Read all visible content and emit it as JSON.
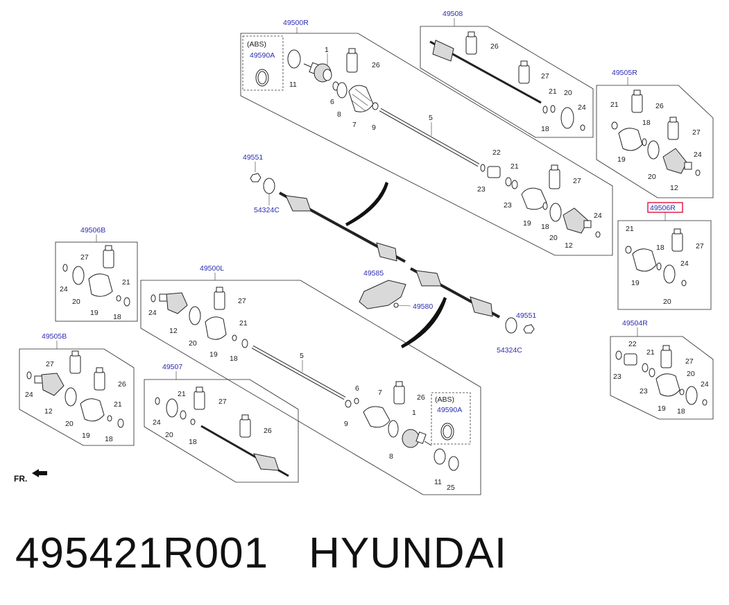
{
  "groups": {
    "g49500R": "49500R",
    "g49508": "49508",
    "g49505R": "49505R",
    "g49551a": "49551",
    "g54324Ca": "54324C",
    "g49506R": "49506R",
    "g49506B": "49506B",
    "g49500L": "49500L",
    "g49585": "49585",
    "g49580": "49580",
    "g49551b": "49551",
    "g54324Cb": "54324C",
    "g49505B": "49505B",
    "g49507": "49507",
    "g49504R": "49504R",
    "abs_a": "(ABS)",
    "abs_a_part": "49590A",
    "abs_b": "(ABS)",
    "abs_b_part": "49590A"
  },
  "part_numbers": {
    "p1a": "1",
    "p11a": "11",
    "p6a": "6",
    "p8a": "8",
    "p7a": "7",
    "p9a": "9",
    "p26a": "26",
    "p5a": "5",
    "p22a": "22",
    "p21a": "21",
    "p23a": "23",
    "p23b": "23",
    "p27a": "27",
    "p19a": "19",
    "p18a": "18",
    "p20a": "20",
    "p24a": "24",
    "p12a": "12",
    "p26b": "26",
    "p27b": "27",
    "p21b": "21",
    "p20b": "20",
    "p24b": "24",
    "p18b": "18",
    "p21c": "21",
    "p26c": "26",
    "p18c": "18",
    "p27c": "27",
    "p24c": "24",
    "p19c": "19",
    "p20c": "20",
    "p12c": "12",
    "p21d": "21",
    "p18d": "18",
    "p27d": "27",
    "p24d": "24",
    "p19d": "19",
    "p20d": "20",
    "p27e": "27",
    "p24e": "24",
    "p21e": "21",
    "p20e": "20",
    "p19e": "19",
    "p18e": "18",
    "p27f": "27",
    "p24f": "24",
    "p12f": "12",
    "p20f": "20",
    "p21f": "21",
    "p19f": "19",
    "p18f": "18",
    "p5g": "5",
    "p6g": "6",
    "p9g": "9",
    "p7g": "7",
    "p26g": "26",
    "p1g": "1",
    "p8g": "8",
    "p11g": "11",
    "p25g": "25",
    "p27h": "27",
    "p26h": "26",
    "p21h": "21",
    "p24h": "24",
    "p20h": "20",
    "p18h": "18",
    "p19h": "19",
    "p26i": "26",
    "p24i": "24",
    "p21i": "21",
    "p20i": "20",
    "p18i": "18",
    "p27i": "27",
    "p24j": "24",
    "p22k": "22",
    "p23k": "23",
    "p21k": "21",
    "p23l": "23",
    "p27k": "27",
    "p20k": "20",
    "p24k": "24",
    "p19k": "19",
    "p18k": "18"
  },
  "direction_label": "FR.",
  "highlight_color": "#e0204a",
  "ref_color": "#2a2ab0",
  "caption": {
    "part_number": "495421R001",
    "brand": "HYUNDAI"
  }
}
